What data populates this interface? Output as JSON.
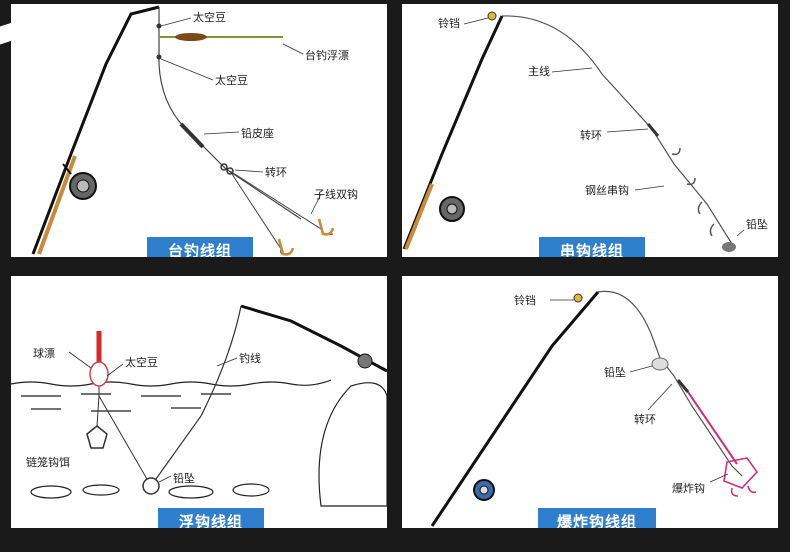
{
  "panels": {
    "tai": {
      "title": "台钓线组",
      "labels": {
        "bean_top": "太空豆",
        "float": "台钓浮漂",
        "bean_mid": "太空豆",
        "sinker_seat": "铅皮座",
        "swivel": "转环",
        "double_hook": "子线双钩"
      }
    },
    "chuan": {
      "title": "串钩线组",
      "labels": {
        "bell": "铃铛",
        "main_line": "主线",
        "swivel": "转环",
        "wire_hooks": "钢丝串钩",
        "sinker": "铅坠"
      }
    },
    "fu": {
      "title": "浮钩线组",
      "labels": {
        "ball_float": "球漂",
        "bean": "太空豆",
        "line": "钓线",
        "chain_bait": "链笼钩饵",
        "sinker": "铅坠"
      }
    },
    "baozha": {
      "title": "爆炸钩线组",
      "labels": {
        "bell": "铃铛",
        "sinker": "铅坠",
        "swivel": "转环",
        "explosive_hook": "爆炸钩"
      }
    }
  },
  "colors": {
    "background": "#1a1a1a",
    "banner": "#2f7fcf",
    "hook": "#c98a3a",
    "float_red": "#d9262b",
    "explosive_line": "#d0307a"
  }
}
